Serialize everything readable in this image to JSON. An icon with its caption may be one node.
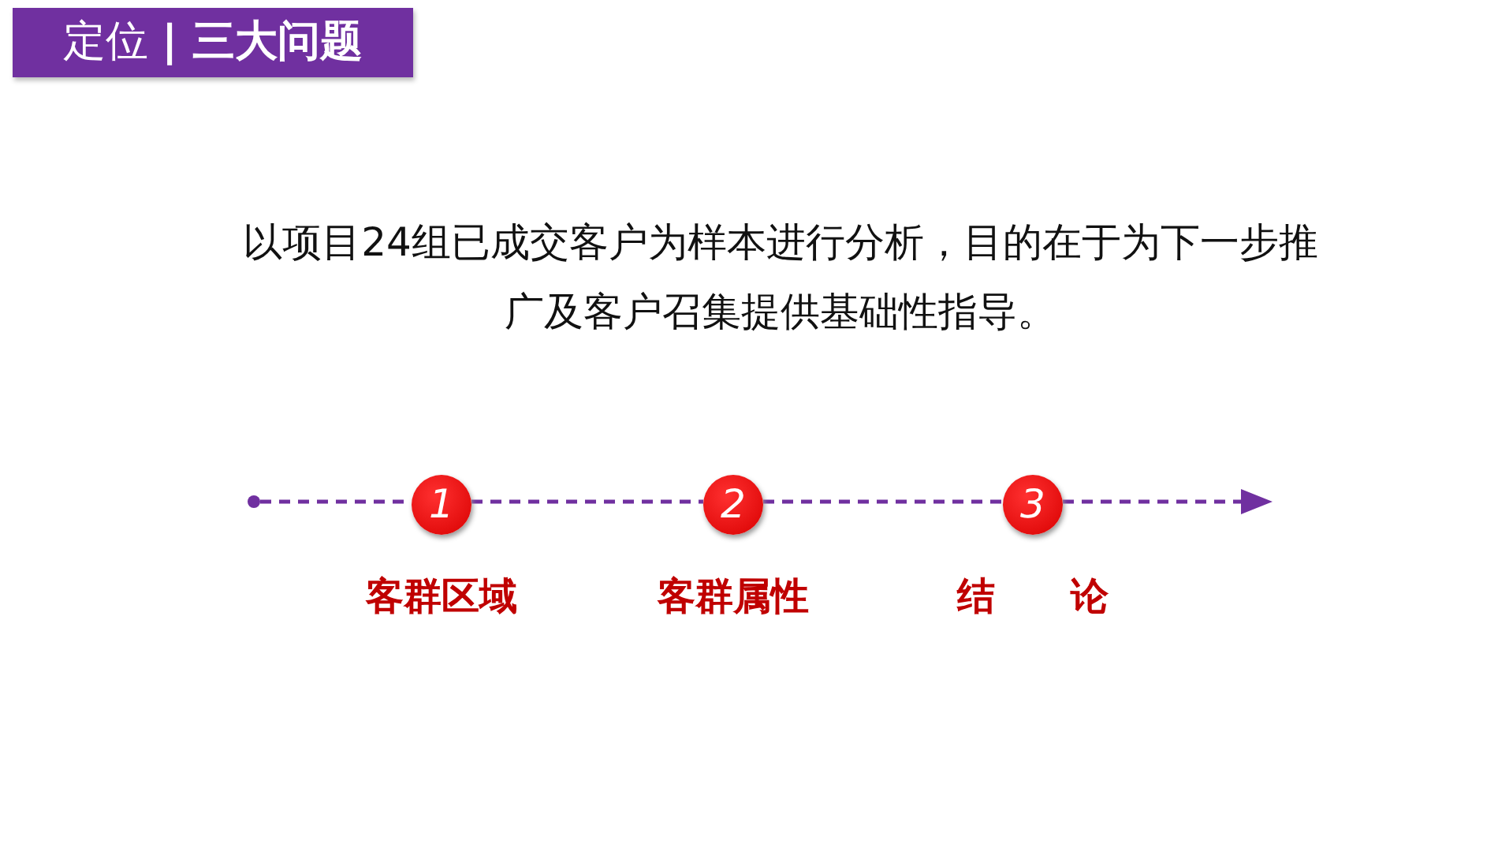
{
  "diagram": {
    "title": "定位 **| 三大问题**",
    "nodes": [
      {
        "text": [],
        "shape": "circle"
      },
      {
        "text": [
          "1"
        ],
        "beside": [
          "客群区域"
        ]
      },
      {
        "text": [
          "2"
        ],
        "beside": [
          "客群属性"
        ]
      },
      {
        "text": [
          "3"
        ],
        "beside": [
          "结　　论"
        ]
      }
    ],
    "edges": [
      {
        "from": 0,
        "to": 1,
        "arrow": "none",
        "style": "dashed"
      },
      {
        "from": 1,
        "to": 2,
        "arrow": "none",
        "style": "dashed"
      },
      {
        "from": 2,
        "to": 3,
        "arrow": "none",
        "style": "dashed"
      },
      {
        "from": 3,
        "to": null,
        "arrow": "to",
        "style": "dashed"
      }
    ],
    "labels": [
      "以项目24组已成交客户为样本进行分析，目的在于为下一步推广及客户召集提供基础性指导。"
    ]
  }
}
